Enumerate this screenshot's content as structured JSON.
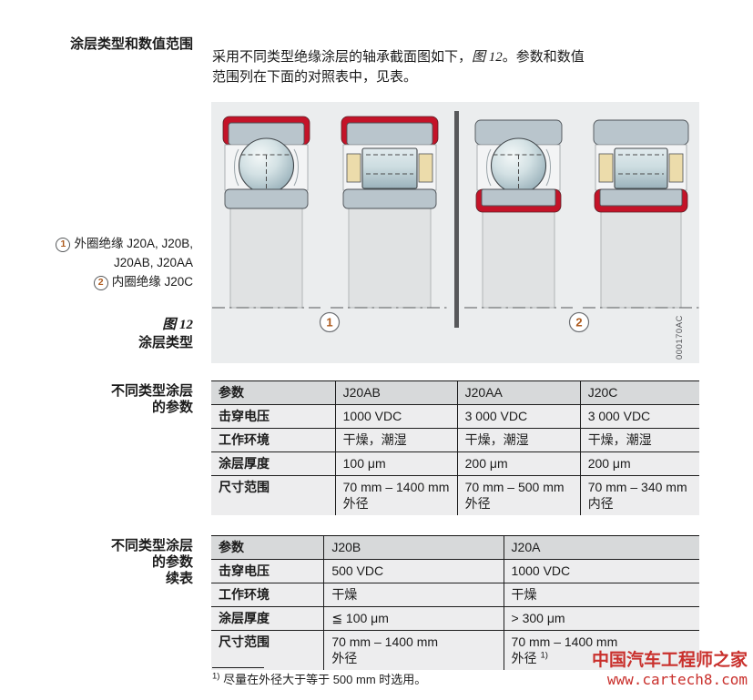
{
  "margin": {
    "section_heading": "涂层类型和数值范围",
    "callouts": [
      {
        "num": "1",
        "line1": "外圈绝缘 J20A, J20B,",
        "line2": "J20AB, J20AA"
      },
      {
        "num": "2",
        "line1": "内圈绝缘 J20C"
      }
    ],
    "figure_label": "图 12",
    "figure_title": "涂层类型",
    "table1_heading": [
      "不同类型涂层",
      "的参数"
    ],
    "table2_heading": [
      "不同类型涂层",
      "的参数",
      "续表"
    ]
  },
  "intro": {
    "line1_pre": "采用不同类型绝缘涂层的轴承截面图如下，",
    "line1_ref": "图 12",
    "line1_post": "。参数和数值",
    "line2": "范围列在下面的对照表中，见表。"
  },
  "figure": {
    "callout1": "1",
    "callout2": "2",
    "code": "000170AC",
    "items": [
      "ball-bearing-outer-ring-coated",
      "roller-bearing-outer-ring-coated",
      "ball-bearing-inner-ring-coated",
      "roller-bearing-inner-ring-coated"
    ]
  },
  "table1": {
    "headers": [
      "参数",
      "J20AB",
      "J20AA",
      "J20C"
    ],
    "rows": [
      [
        "击穿电压",
        "1000 VDC",
        "3 000 VDC",
        "3 000 VDC"
      ],
      [
        "工作环境",
        "干燥，潮湿",
        "干燥，潮湿",
        "干燥，潮湿"
      ],
      [
        "涂层厚度",
        "100 μm",
        "200 μm",
        "200 μm"
      ],
      [
        "尺寸范围",
        "70 mm – 1400 mm\n外径",
        "70 mm – 500 mm\n外径",
        "70 mm – 340 mm\n内径"
      ]
    ]
  },
  "table2": {
    "headers": [
      "参数",
      "J20B",
      "J20A"
    ],
    "rows": [
      [
        "击穿电压",
        "500 VDC",
        "1000 VDC"
      ],
      [
        "工作环境",
        "干燥",
        "干燥"
      ],
      [
        "涂层厚度",
        "≦ 100 μm",
        "> 300 μm"
      ],
      [
        "尺寸范围",
        "70 mm – 1400 mm\n外径",
        "70 mm – 1400 mm\n外径 ^1)"
      ]
    ]
  },
  "footnote": {
    "marker": "1)",
    "text": "尽量在外径大于等于 500 mm 时选用。"
  },
  "watermark": {
    "line1": "中国汽车工程师之家",
    "line2": "www.cartech8.com"
  },
  "colors": {
    "coating_red": "#c41328",
    "ring_gray_blue": "#b9c5cc",
    "figure_bg": "#ebedee",
    "callout_orange": "#ad5a1d",
    "watermark_red": "#c9302c",
    "header_row_bg": "#d7d9da",
    "body_row_bg": "#ededee"
  }
}
